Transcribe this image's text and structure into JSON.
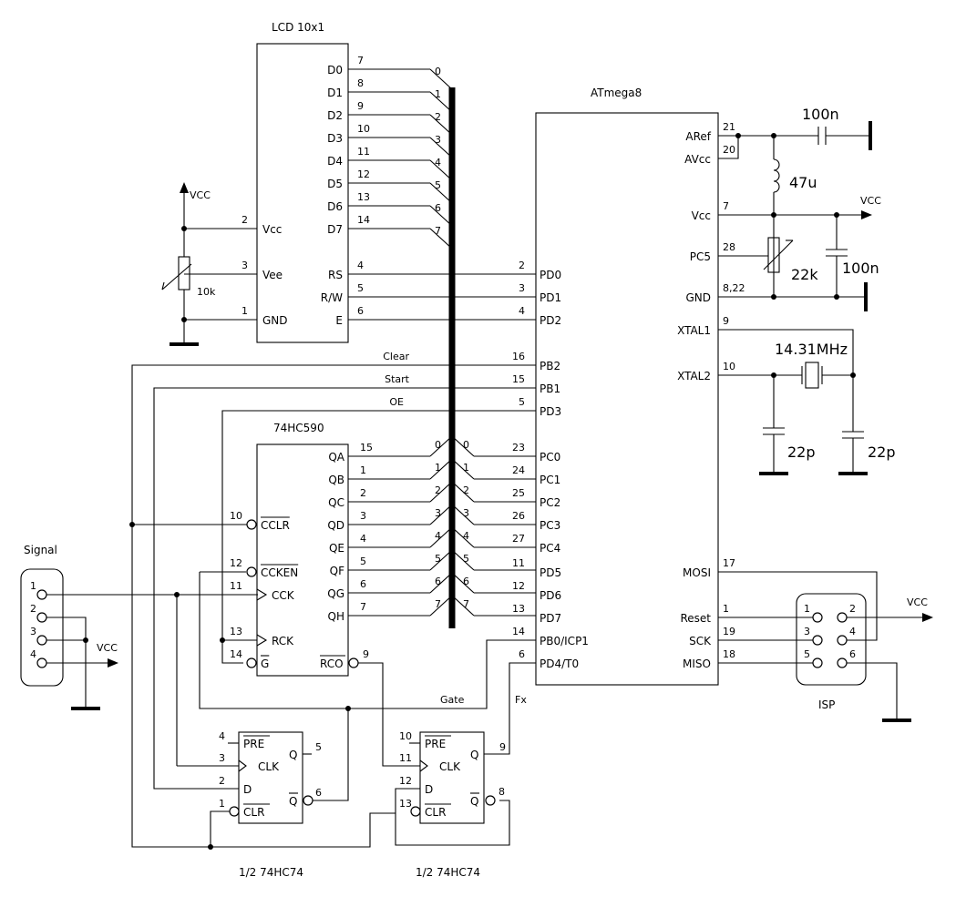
{
  "lcd": {
    "title": "LCD 10x1",
    "d_pins": [
      {
        "name": "D0",
        "num": "7",
        "bus": "0"
      },
      {
        "name": "D1",
        "num": "8",
        "bus": "1"
      },
      {
        "name": "D2",
        "num": "9",
        "bus": "2"
      },
      {
        "name": "D3",
        "num": "10",
        "bus": "3"
      },
      {
        "name": "D4",
        "num": "11",
        "bus": "4"
      },
      {
        "name": "D5",
        "num": "12",
        "bus": "5"
      },
      {
        "name": "D6",
        "num": "13",
        "bus": "6"
      },
      {
        "name": "D7",
        "num": "14",
        "bus": "7"
      }
    ],
    "left_pins": [
      {
        "name": "Vcc",
        "num": "2"
      },
      {
        "name": "Vee",
        "num": "3"
      },
      {
        "name": "GND",
        "num": "1"
      }
    ],
    "ctrl_pins": [
      {
        "name": "RS",
        "num": "4"
      },
      {
        "name": "R/W",
        "num": "5"
      },
      {
        "name": "E",
        "num": "6"
      }
    ],
    "vcc": "VCC",
    "pot": "10k"
  },
  "atmega": {
    "title": "ATmega8",
    "left_pins": [
      {
        "name": "PD0",
        "num": "2"
      },
      {
        "name": "PD1",
        "num": "3"
      },
      {
        "name": "PD2",
        "num": "4"
      },
      {
        "name": "PB2",
        "num": "16",
        "net": "Clear"
      },
      {
        "name": "PB1",
        "num": "15",
        "net": "Start"
      },
      {
        "name": "PD3",
        "num": "5",
        "net": "OE"
      },
      {
        "name": "PC0",
        "num": "23",
        "bus": "0"
      },
      {
        "name": "PC1",
        "num": "24",
        "bus": "1"
      },
      {
        "name": "PC2",
        "num": "25",
        "bus": "2"
      },
      {
        "name": "PC3",
        "num": "26",
        "bus": "3"
      },
      {
        "name": "PC4",
        "num": "27",
        "bus": "4"
      },
      {
        "name": "PD5",
        "num": "11",
        "bus": "5"
      },
      {
        "name": "PD6",
        "num": "12",
        "bus": "6"
      },
      {
        "name": "PD7",
        "num": "13",
        "bus": "7"
      },
      {
        "name": "PB0/ICP1",
        "num": "14"
      },
      {
        "name": "PD4/T0",
        "num": "6"
      }
    ],
    "right_pins": [
      {
        "name": "ARef",
        "num": "21"
      },
      {
        "name": "AVcc",
        "num": "20"
      },
      {
        "name": "Vcc",
        "num": "7"
      },
      {
        "name": "PC5",
        "num": "28"
      },
      {
        "name": "GND",
        "num": "8,22"
      },
      {
        "name": "XTAL1",
        "num": "9"
      },
      {
        "name": "XTAL2",
        "num": "10"
      },
      {
        "name": "MOSI",
        "num": "17"
      },
      {
        "name": "Reset",
        "num": "1"
      },
      {
        "name": "SCK",
        "num": "19"
      },
      {
        "name": "MISO",
        "num": "18"
      }
    ]
  },
  "counter": {
    "title": "74HC590",
    "q_pins": [
      {
        "name": "QA",
        "num": "15"
      },
      {
        "name": "QB",
        "num": "1"
      },
      {
        "name": "QC",
        "num": "2"
      },
      {
        "name": "QD",
        "num": "3"
      },
      {
        "name": "QE",
        "num": "4"
      },
      {
        "name": "QF",
        "num": "5"
      },
      {
        "name": "QG",
        "num": "6"
      },
      {
        "name": "QH",
        "num": "7"
      }
    ],
    "left_pins": [
      {
        "name": "CCLR",
        "num": "10"
      },
      {
        "name": "CCKEN",
        "num": "12"
      },
      {
        "name": "CCK",
        "num": "11"
      },
      {
        "name": "RCK",
        "num": "13"
      },
      {
        "name": "G",
        "num": "14"
      }
    ],
    "rco": {
      "name": "RCO",
      "num": "9"
    }
  },
  "bus_bits": [
    "0",
    "1",
    "2",
    "3",
    "4",
    "5",
    "6",
    "7"
  ],
  "ff1": {
    "caption": "1/2 74HC74",
    "pins": [
      {
        "name": "PRE",
        "num": "4"
      },
      {
        "name": "CLK",
        "num": "3"
      },
      {
        "name": "D",
        "num": "2"
      },
      {
        "name": "CLR",
        "num": "1"
      },
      {
        "name": "Q",
        "num": "5"
      },
      {
        "name": "Q",
        "num": "6"
      }
    ]
  },
  "ff2": {
    "caption": "1/2 74HC74",
    "pins": [
      {
        "name": "PRE",
        "num": "10"
      },
      {
        "name": "CLK",
        "num": "11"
      },
      {
        "name": "D",
        "num": "12"
      },
      {
        "name": "CLR",
        "num": "13"
      },
      {
        "name": "Q",
        "num": "9"
      },
      {
        "name": "Q",
        "num": "8"
      }
    ]
  },
  "signal": {
    "title": "Signal",
    "pins": [
      "1",
      "2",
      "3",
      "4"
    ],
    "vcc": "VCC"
  },
  "isp": {
    "title": "ISP",
    "pins": [
      "1",
      "2",
      "3",
      "4",
      "5",
      "6"
    ],
    "vcc": "VCC"
  },
  "nets": {
    "gate": "Gate",
    "fx": "Fx"
  },
  "parts": {
    "c_aref": "100n",
    "l1": "47u",
    "c_vcc": "100n",
    "pot": "22k",
    "crystal": "14.31MHz",
    "c_x1": "22p",
    "c_x2": "22p",
    "vcc": "VCC"
  }
}
